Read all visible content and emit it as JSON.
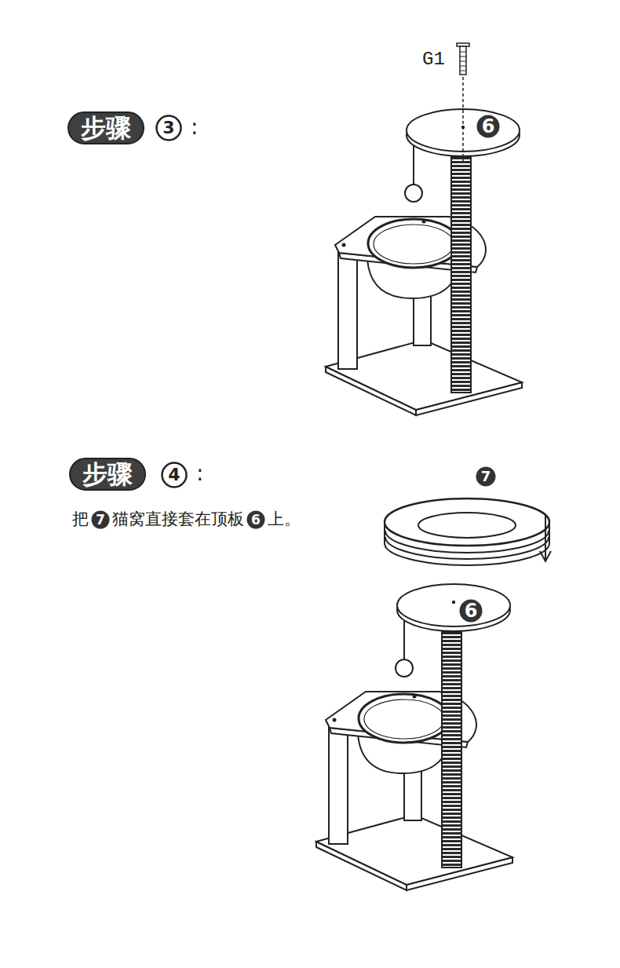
{
  "diagram": {
    "nodes": [
      {
        "text": [
          "步骤"
        ]
      },
      {
        "text": [
          "3"
        ]
      },
      {
        "text": [
          "6"
        ]
      },
      {
        "text": [
          "步骤"
        ]
      },
      {
        "text": [
          "4"
        ]
      },
      {
        "text": [
          "7"
        ]
      },
      {
        "text": [
          "6"
        ]
      },
      {
        "text": [
          "7"
        ]
      },
      {
        "text": [
          "6"
        ]
      }
    ],
    "labels": [
      "G1",
      ":",
      ":",
      "把",
      "猫窝直接套在顶板",
      "上。"
    ]
  }
}
